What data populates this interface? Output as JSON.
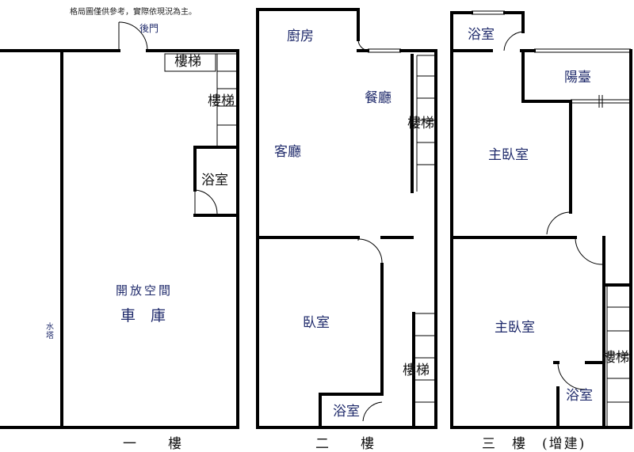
{
  "note": "格局圖僅供參考，實際依現況為主。",
  "floor1": {
    "title": "一　　樓",
    "back_door": "後門",
    "stairs": "樓梯",
    "stairs2": "樓梯",
    "bath": "浴室",
    "open_space": "開放空間",
    "garage": "車　庫",
    "water_tower": "水\n塔"
  },
  "floor2": {
    "title": "二　　樓",
    "kitchen": "廚房",
    "dining": "餐廳",
    "stairs": "樓梯",
    "living": "客廳",
    "bedroom": "臥室",
    "stairs2": "樓梯",
    "bath": "浴室"
  },
  "floor3": {
    "title": "三　樓　(增建)",
    "bath_top": "浴室",
    "balcony": "陽臺",
    "master1": "主臥室",
    "master2": "主臥室",
    "stairs": "樓梯",
    "bath_bottom": "浴室"
  }
}
